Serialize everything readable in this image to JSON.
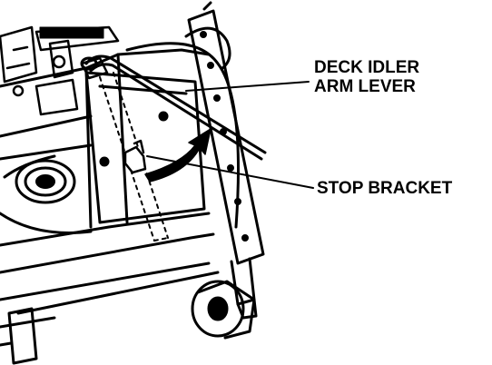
{
  "callouts": {
    "deck_idler_arm_lever": {
      "line1": "DECK IDLER",
      "line2": "ARM LEVER"
    },
    "stop_bracket": "STOP BRACKET"
  },
  "colors": {
    "ink": "#000000",
    "paper": "#ffffff"
  }
}
